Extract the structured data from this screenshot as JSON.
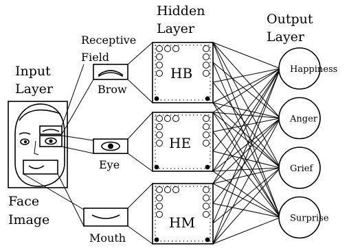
{
  "input": {
    "title_line1": "Input",
    "title_line2": "Layer",
    "image_label_line1": "Face",
    "image_label_line2": "Image"
  },
  "receptive_field": {
    "title_line1": "Receptive",
    "title_line2": "Field",
    "brow": "Brow",
    "eye": "Eye",
    "mouth": "Mouth"
  },
  "hidden": {
    "title_line1": "Hidden",
    "title_line2": "Layer",
    "units": [
      "HB",
      "HE",
      "HM"
    ]
  },
  "output": {
    "title_line1": "Output",
    "title_line2": "Layer",
    "nodes": [
      "Happiness",
      "Anger",
      "Grief",
      "Surprise"
    ]
  }
}
